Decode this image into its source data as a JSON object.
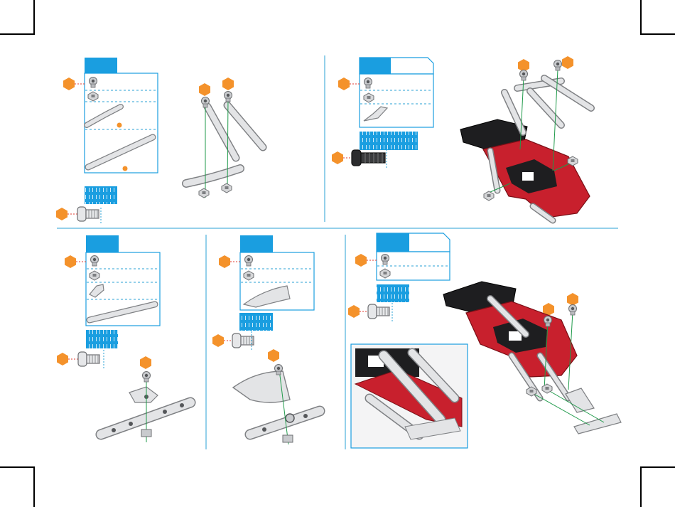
{
  "colors": {
    "accent_blue": "#1a9ee0",
    "step_orange": "#f4922b",
    "divider": "#2aa0d4",
    "dash": "#2aa0d4",
    "guide_green": "#1f9a4a",
    "guide_red": "#e03a2f",
    "metal": "#d9dadc",
    "metal_edge": "#7f8184",
    "red_part": "#c8202d",
    "black_part": "#1e1e20"
  },
  "panels": [
    {
      "id": "panel-1",
      "part_rows": [
        "screw-icon",
        "nut-icon",
        "curved-strip-icon",
        "long-strip-icon"
      ]
    },
    {
      "id": "panel-2",
      "part_rows": [
        "screw-icon",
        "nut-icon",
        "bracket-icon"
      ]
    },
    {
      "id": "panel-3",
      "part_rows": [
        "screw-icon",
        "nut-icon",
        "bracket-icon",
        "strip-icon"
      ]
    },
    {
      "id": "panel-4",
      "part_rows": [
        "screw-icon",
        "nut-icon",
        "curved-plate-icon"
      ]
    },
    {
      "id": "panel-5",
      "part_rows": [
        "screw-icon",
        "nut-icon"
      ]
    }
  ]
}
